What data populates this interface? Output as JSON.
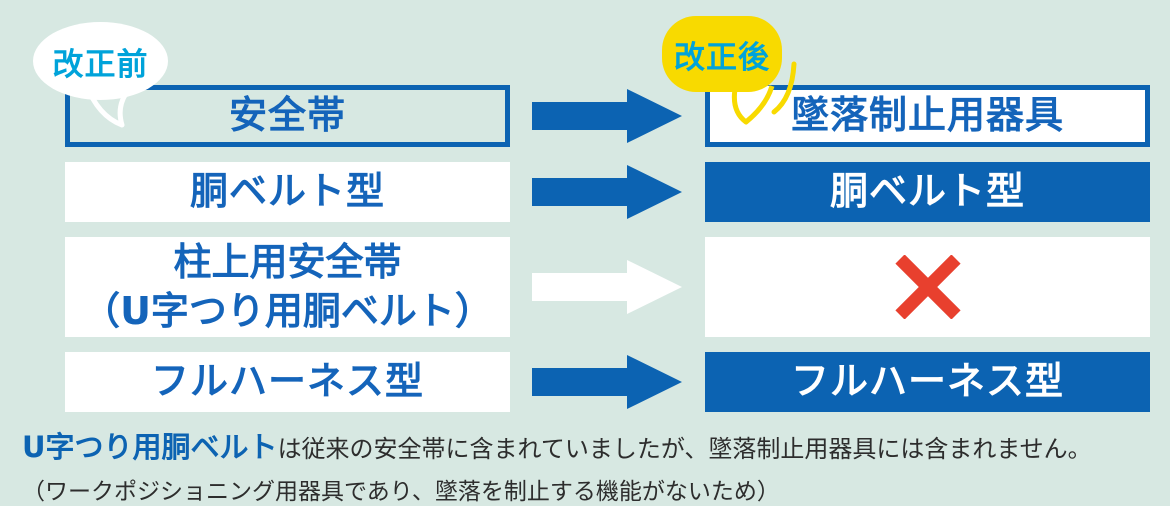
{
  "title_bubbles": {
    "before": "改正前",
    "after": "改正後"
  },
  "mapping_rows": [
    {
      "before": "安全帯",
      "after": "墜落制止用器具",
      "arrow": "blue-arrow"
    },
    {
      "before": "胴ベルト型",
      "after": "胴ベルト型",
      "arrow": "blue-arrow"
    },
    {
      "before_line1": "柱上用安全帯",
      "before_line2": "（U字つり用胴ベルト）",
      "after_icon": "cross-icon",
      "arrow": "white-arrow"
    },
    {
      "before": "フルハーネス型",
      "after": "フルハーネス型",
      "arrow": "blue-arrow"
    }
  ],
  "note": {
    "highlight": "U字つり用胴ベルト",
    "line1": "は従来の安全帯に含まれていましたが、墜落制止用器具には含まれません。",
    "line2": "（ワークポジショニング用器具であり、墜落を制止する機能がないため）"
  },
  "colors": {
    "background": "#d7e8e2",
    "primary_blue": "#0c63b2",
    "label_blue": "#1464ba",
    "bubble_text_cyan": "#00a3da",
    "bubble_yellow": "#f8da00",
    "cross_red": "#e8402e",
    "note_text": "#2d2d2d"
  }
}
